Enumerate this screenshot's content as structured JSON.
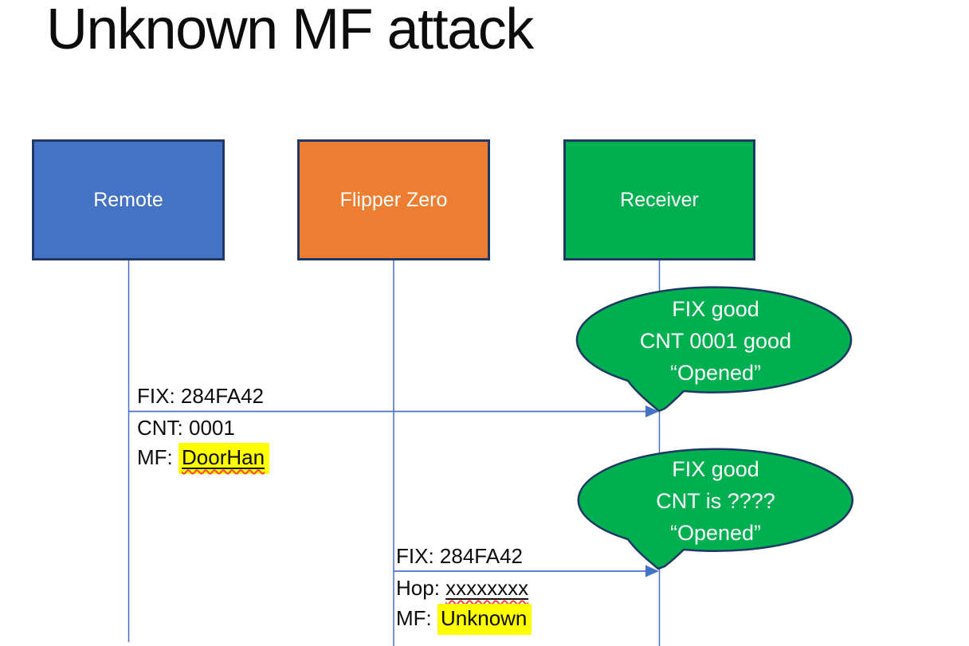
{
  "slide": {
    "title": "Unknown MF attack"
  },
  "actors": [
    {
      "name": "Remote",
      "fill": "#4472C4"
    },
    {
      "name": "Flipper Zero",
      "fill": "#ED7D31"
    },
    {
      "name": "Receiver",
      "fill": "#00B050"
    }
  ],
  "messages": [
    {
      "from": "Remote",
      "to": "Receiver",
      "lines": [
        {
          "text": "FIX: 284FA42"
        },
        {
          "text": "CNT: 0001"
        },
        {
          "prefix": "MF: ",
          "value": "DoorHan",
          "highlighted": true,
          "underlined": true,
          "spellcheck_squiggle": true
        }
      ]
    },
    {
      "from": "Flipper Zero",
      "to": "Receiver",
      "lines": [
        {
          "text": "FIX: 284FA42"
        },
        {
          "prefix": "Hop: ",
          "value": "xxxxxxxx",
          "underlined": true,
          "spellcheck_squiggle": true
        },
        {
          "prefix": "MF: ",
          "value": "Unknown",
          "highlighted": true
        }
      ]
    }
  ],
  "callouts": [
    {
      "speaker": "Receiver",
      "lines": [
        "FIX good",
        "CNT 0001 good",
        "“Opened”"
      ]
    },
    {
      "speaker": "Receiver",
      "lines": [
        "FIX good",
        "CNT is ????",
        "“Opened”"
      ]
    }
  ],
  "colors": {
    "actor_border": "#1F3864",
    "connector_blue": "#4472C4",
    "callout_fill": "#00B050",
    "callout_border": "#1F3864",
    "highlight_yellow": "#FFFF00",
    "squiggle_red": "#FF4336",
    "text_black": "#0c0c0c",
    "text_white": "#ffffff"
  }
}
